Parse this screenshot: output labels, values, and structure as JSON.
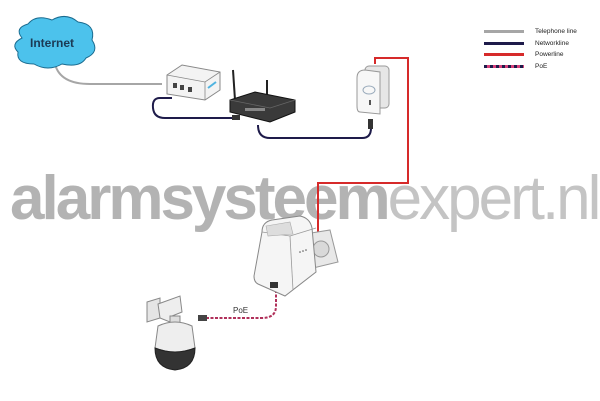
{
  "diagram": {
    "cloud_label": "Internet",
    "poe_label": "PoE",
    "watermark": {
      "part1": "alarmsysteem",
      "part2": "expert.nl"
    },
    "nodes": [
      "internet-cloud",
      "modem",
      "wireless-router",
      "powerline-adapter-1",
      "powerline-adapter-2-poe",
      "wall-socket",
      "ptz-dome-camera"
    ],
    "legend": [
      {
        "label": "Telephone line",
        "color": "#a6a6a6"
      },
      {
        "label": "Networkline",
        "color": "#1e1b4a"
      },
      {
        "label": "Powerline",
        "color": "#d62a2a"
      },
      {
        "label": "PoE",
        "color": "#b0305a"
      }
    ],
    "colors": {
      "cloud": "#4cc2ec",
      "telephone": "#a6a6a6",
      "network": "#1e1b4a",
      "power": "#d62a2a",
      "poe": "#b0305a"
    }
  }
}
